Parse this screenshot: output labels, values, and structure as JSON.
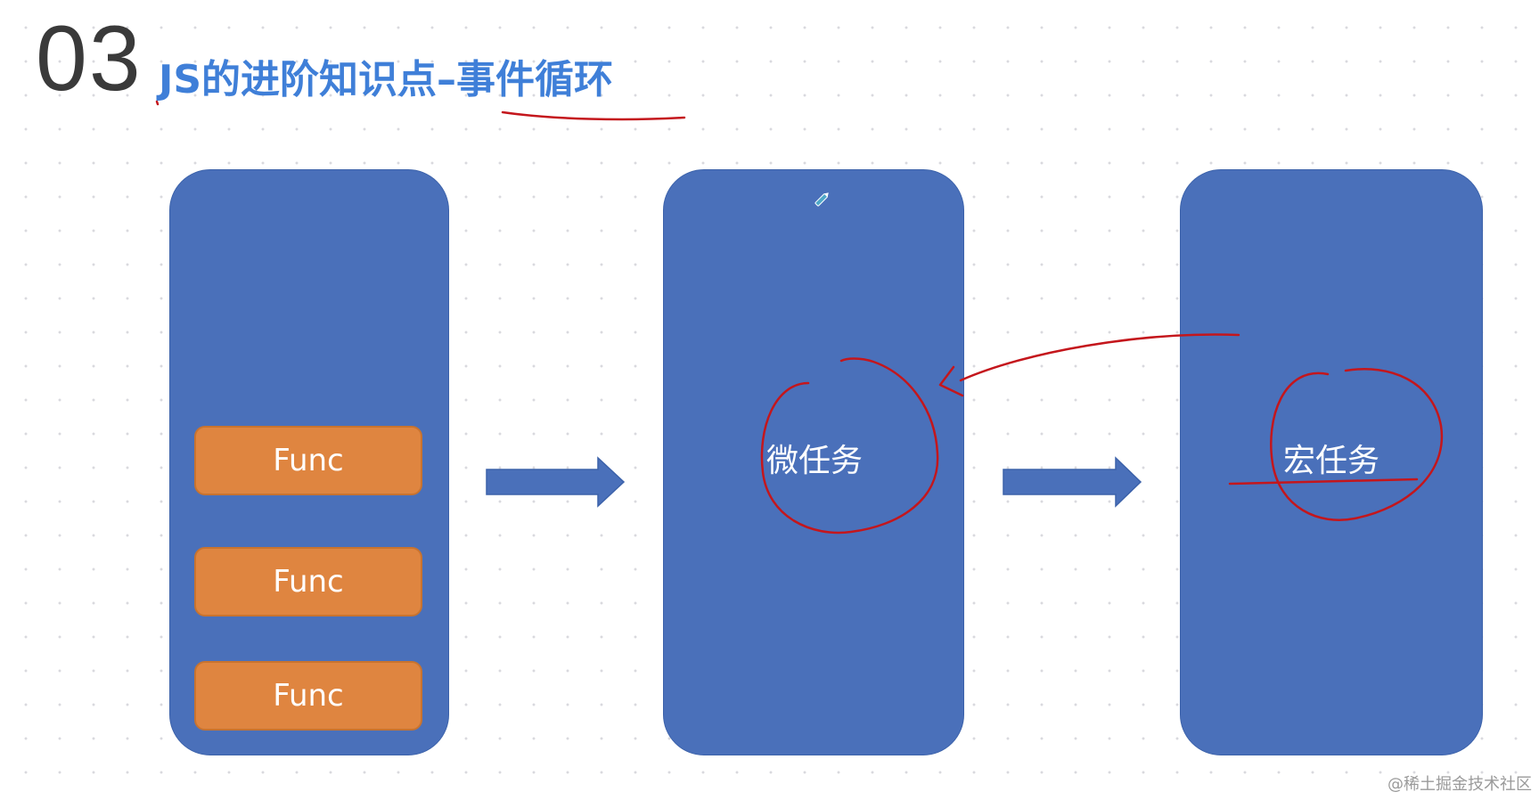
{
  "slide": {
    "number": "03",
    "title": "JS的进阶知识点–事件循环"
  },
  "diagram": {
    "stack": {
      "blocks": [
        "Func",
        "Func",
        "Func"
      ]
    },
    "microtask": {
      "label": "微任务"
    },
    "macrotask": {
      "label": "宏任务"
    }
  },
  "colors": {
    "column_fill": "#4a70ba",
    "block_fill": "#df8540",
    "title": "#3f7fd8",
    "annotation": "#c4161c"
  },
  "watermark": "@稀土掘金技术社区"
}
